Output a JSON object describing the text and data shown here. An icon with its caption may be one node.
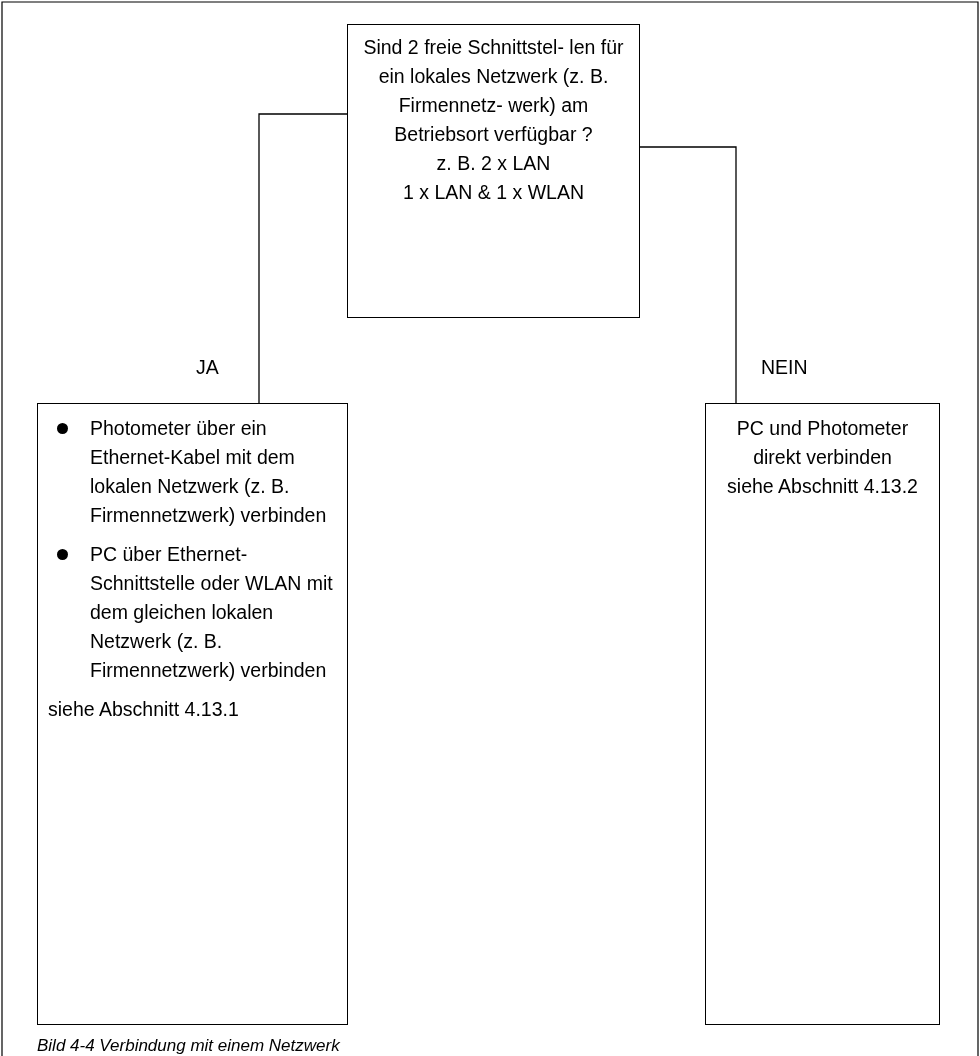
{
  "diagram": {
    "caption": "Bild 4-4 Verbindung mit einem Netzwerk",
    "nodes": [
      {
        "text": [
          "Sind 2 freie Schnittstel- len für ein lokales Netzwerk (z. B. Firmennetz- werk) am Betriebsort verfügbar ?",
          "z. B. 2 x LAN",
          "1 x LAN & 1 x WLAN"
        ]
      },
      {
        "text": [
          "Photometer über ein Ethernet-Kabel mit dem lokalen Netzwerk (z. B. Firmennetzwerk) verbinden",
          "PC über Ethernet-Schnittstelle oder WLAN mit dem gleichen lokalen Netzwerk (z. B. Firmennetzwerk) verbinden",
          "siehe Abschnitt 4.13.1"
        ]
      },
      {
        "text": [
          "PC und Photometer direkt verbinden",
          "siehe Abschnitt 4.13.2"
        ]
      }
    ],
    "edges": [
      {
        "from": 0,
        "to": 1,
        "arrow": "none",
        "label": "JA"
      },
      {
        "from": 0,
        "to": 2,
        "arrow": "none",
        "label": "NEIN"
      }
    ]
  }
}
